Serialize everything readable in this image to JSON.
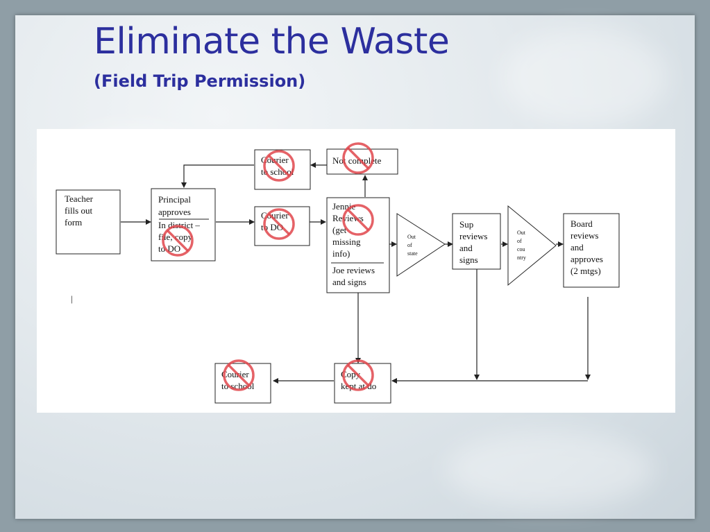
{
  "slide": {
    "title": "Eliminate the Waste",
    "subtitle": "(Field Trip Permission)"
  },
  "flowchart": {
    "nodes": {
      "teacher": [
        "Teacher",
        "fills out",
        "form"
      ],
      "principal_top": [
        "Principal",
        "approves"
      ],
      "principal_bottom": [
        "In district –",
        "file, copy",
        "to DO"
      ],
      "courier_school_top": [
        "Courier",
        "to school"
      ],
      "not_complete": [
        "Not complete"
      ],
      "courier_do": [
        "Courier",
        "to DO"
      ],
      "jennie": [
        "Jennie",
        "Reviews",
        "(get",
        "missing",
        "info)"
      ],
      "joe": [
        "Joe reviews",
        "and signs"
      ],
      "out_of_state": [
        "Out",
        "of",
        "state"
      ],
      "sup": [
        "Sup",
        "reviews",
        "and",
        "signs"
      ],
      "out_of_country": [
        "Out",
        "of",
        "cou",
        "ntry"
      ],
      "board": [
        "Board",
        "reviews",
        "and",
        "approves",
        "(2 mtgs)"
      ],
      "copy_kept": [
        "Copy",
        "kept at do"
      ],
      "courier_school_bottom": [
        "Courier",
        "to school"
      ]
    },
    "eliminated_steps": [
      "Courier to school",
      "Not complete",
      "Courier to DO",
      "In district – file, copy to DO",
      "Copy kept at do",
      "Courier to school"
    ],
    "stray_mark": "|",
    "colors": {
      "title": "#2c2f9e",
      "prohibition": "#e0474c",
      "line": "#222222"
    }
  }
}
